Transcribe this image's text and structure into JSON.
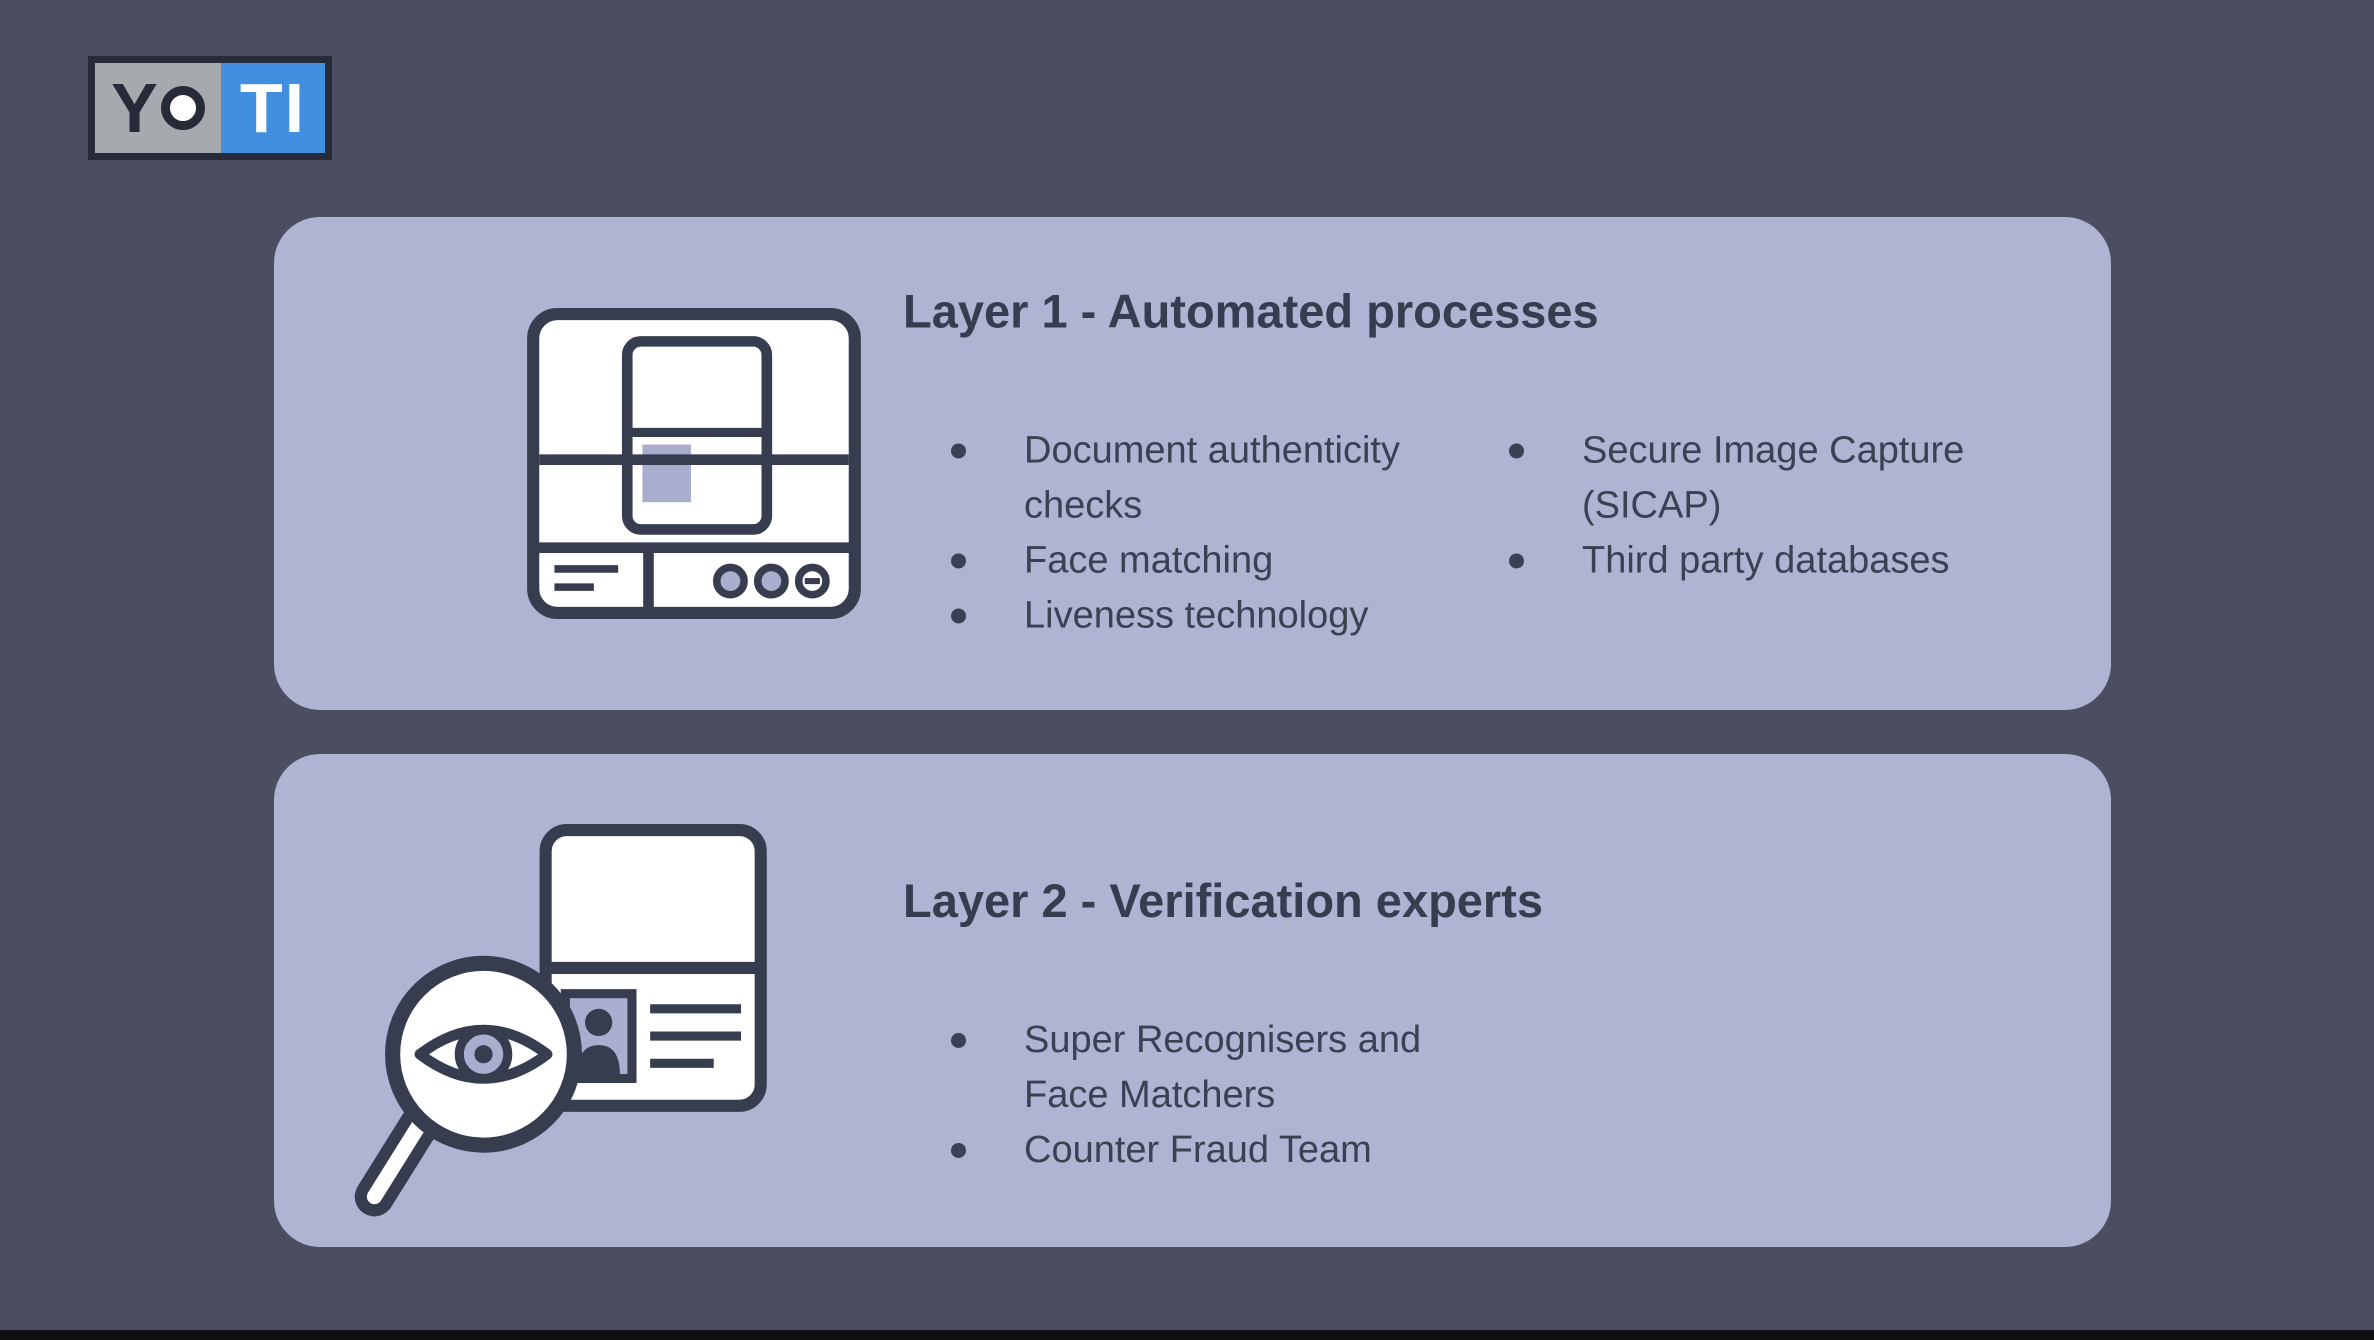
{
  "colors": {
    "background": "#4a4e60",
    "panel": "#aeb4d2",
    "text": "#3b4053",
    "outline": "#373c4f",
    "accent_lavender": "#a9aecf",
    "logo_blue": "#418fde",
    "logo_gray": "#a6a9ae",
    "bottom_bar": "#101013"
  },
  "logo": {
    "brand": "Yoti",
    "left_text": "Y",
    "circle_glyph": "O",
    "right_text": "TI"
  },
  "sections": [
    {
      "title": "Layer 1 - Automated processes",
      "icon": "document-scanner",
      "columns": [
        [
          "Document authenticity checks",
          "Face matching",
          "Liveness technology"
        ],
        [
          "Secure Image Capture (SICAP)",
          "Third party databases"
        ]
      ]
    },
    {
      "title": "Layer 2 - Verification experts",
      "icon": "magnifier-id-card",
      "columns": [
        [
          "Super Recognisers and Face Matchers",
          "Counter Fraud Team"
        ]
      ]
    }
  ]
}
